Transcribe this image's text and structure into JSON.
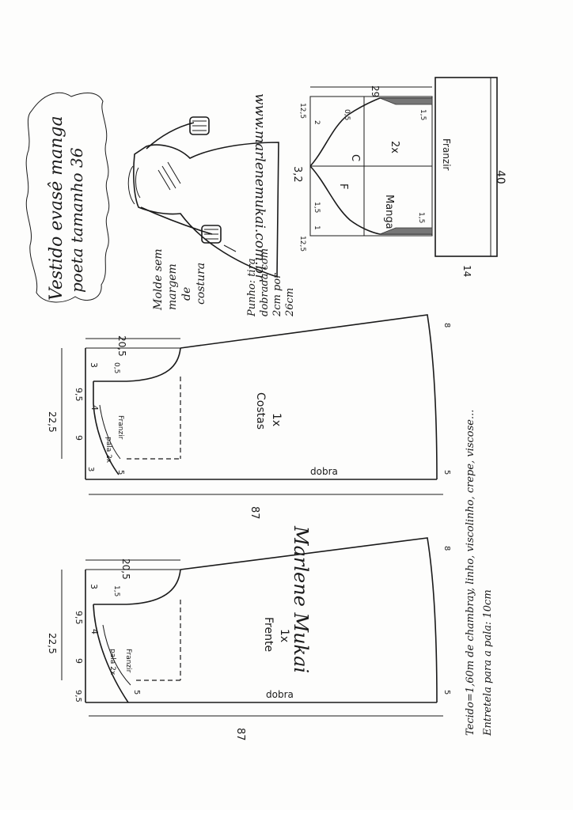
{
  "title": {
    "line1": "Vestido evasê manga",
    "line2": "poeta tamanho 36"
  },
  "website": "www.marlenemukai.com.br",
  "note": {
    "line1": "Molde sem",
    "line2": "margem",
    "line3": "de",
    "line4": "costura"
  },
  "cuff_note": {
    "line1": "Punho: tira",
    "line2": "dobrada com",
    "line3": "2cm por",
    "line4": "26cm"
  },
  "sleeve": {
    "width_top": "29",
    "cap_height": "3,2",
    "label_c": "C",
    "label_f": "F",
    "label_count": "2x",
    "label_name": "Manga",
    "m_05": "0,5",
    "m_2": "2",
    "m_15a": "1,5",
    "m_1": "1",
    "m_125a": "12,5",
    "m_125b": "12,5",
    "m_15b": "1,5",
    "m_15c": "1,5"
  },
  "cuff_piece": {
    "label": "Franzir",
    "length": "40",
    "width": "14"
  },
  "back": {
    "name": "Costas",
    "count": "1x",
    "fold": "dobra",
    "length": "87",
    "m_205": "20,5",
    "m_225": "22,5",
    "m_3": "3",
    "m_05": "0,5",
    "m_95": "9,5",
    "m_4": "4",
    "m_9": "9",
    "m_31": "3",
    "m_5a": "5",
    "m_5b": "5",
    "m_8": "8",
    "pala": "pala 2x",
    "franzir": "Franzir"
  },
  "front": {
    "name": "Frente",
    "count": "1x",
    "fold": "dobra",
    "length": "87",
    "m_205": "20,5",
    "m_225": "22,5",
    "m_3": "3",
    "m_15": "1,5",
    "m_95": "9,5",
    "m_4": "4",
    "m_9": "9",
    "m_95b": "9,5",
    "m_5a": "5",
    "m_5b": "5",
    "m_8": "8",
    "pala": "pala 2x",
    "franzir": "Franzir"
  },
  "signature": "Marlene Mukai",
  "fabric": {
    "line1": "Tecido=1,60m de chambray, linho, viscolinho, crepe, viscose...",
    "line2": "Entretela para a pala: 10cm"
  }
}
